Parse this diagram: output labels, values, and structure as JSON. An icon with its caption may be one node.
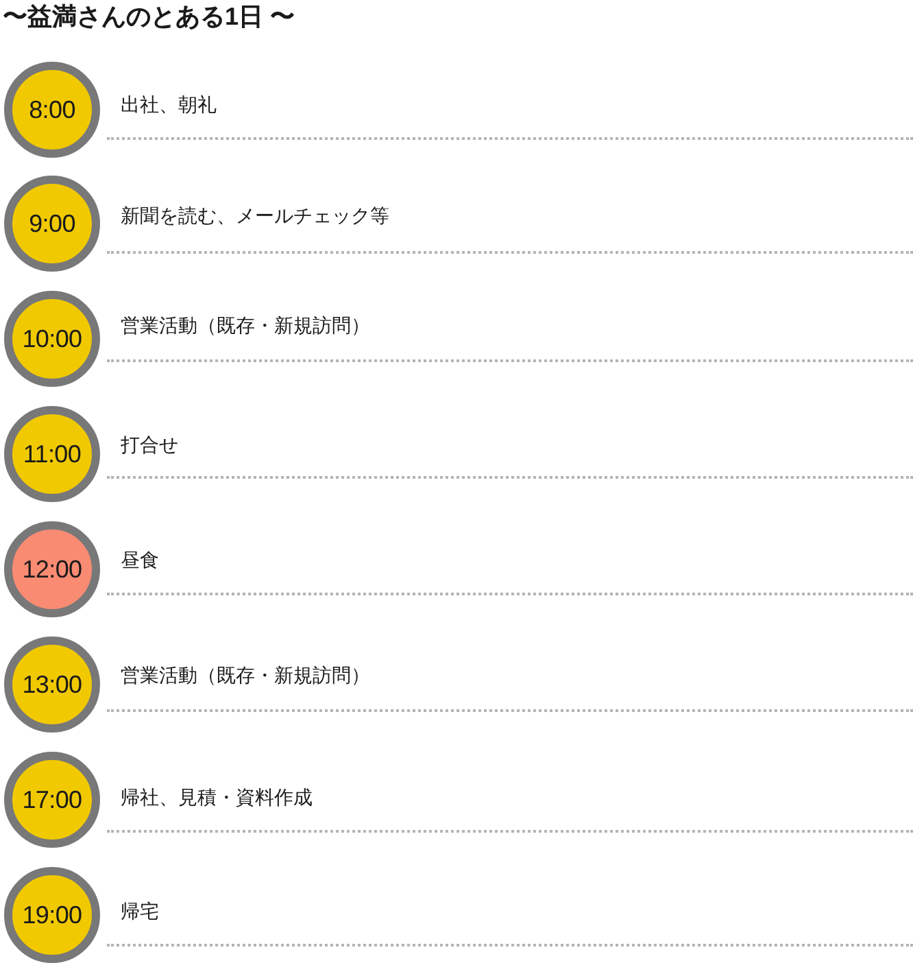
{
  "diagram": {
    "title": "〜益満さんのとある1日 〜",
    "nodes": [
      {
        "text": [
          "8:00"
        ],
        "beside": [
          "出社、朝礼"
        ]
      },
      {
        "text": [
          "9:00"
        ],
        "beside": [
          "新聞を読む、メールチェック等"
        ]
      },
      {
        "text": [
          "10:00"
        ],
        "beside": [
          "営業活動（既存・新規訪問）"
        ]
      },
      {
        "text": [
          "11:00"
        ],
        "beside": [
          "打合せ"
        ]
      },
      {
        "text": [
          "12:00"
        ],
        "beside": [
          "昼食"
        ]
      },
      {
        "text": [
          "13:00"
        ],
        "beside": [
          "営業活動（既存・新規訪問）"
        ]
      },
      {
        "text": [
          "17:00"
        ],
        "beside": [
          "帰社、見積・資料作成"
        ]
      },
      {
        "text": [
          "19:00"
        ],
        "beside": [
          "帰宅"
        ]
      }
    ]
  }
}
